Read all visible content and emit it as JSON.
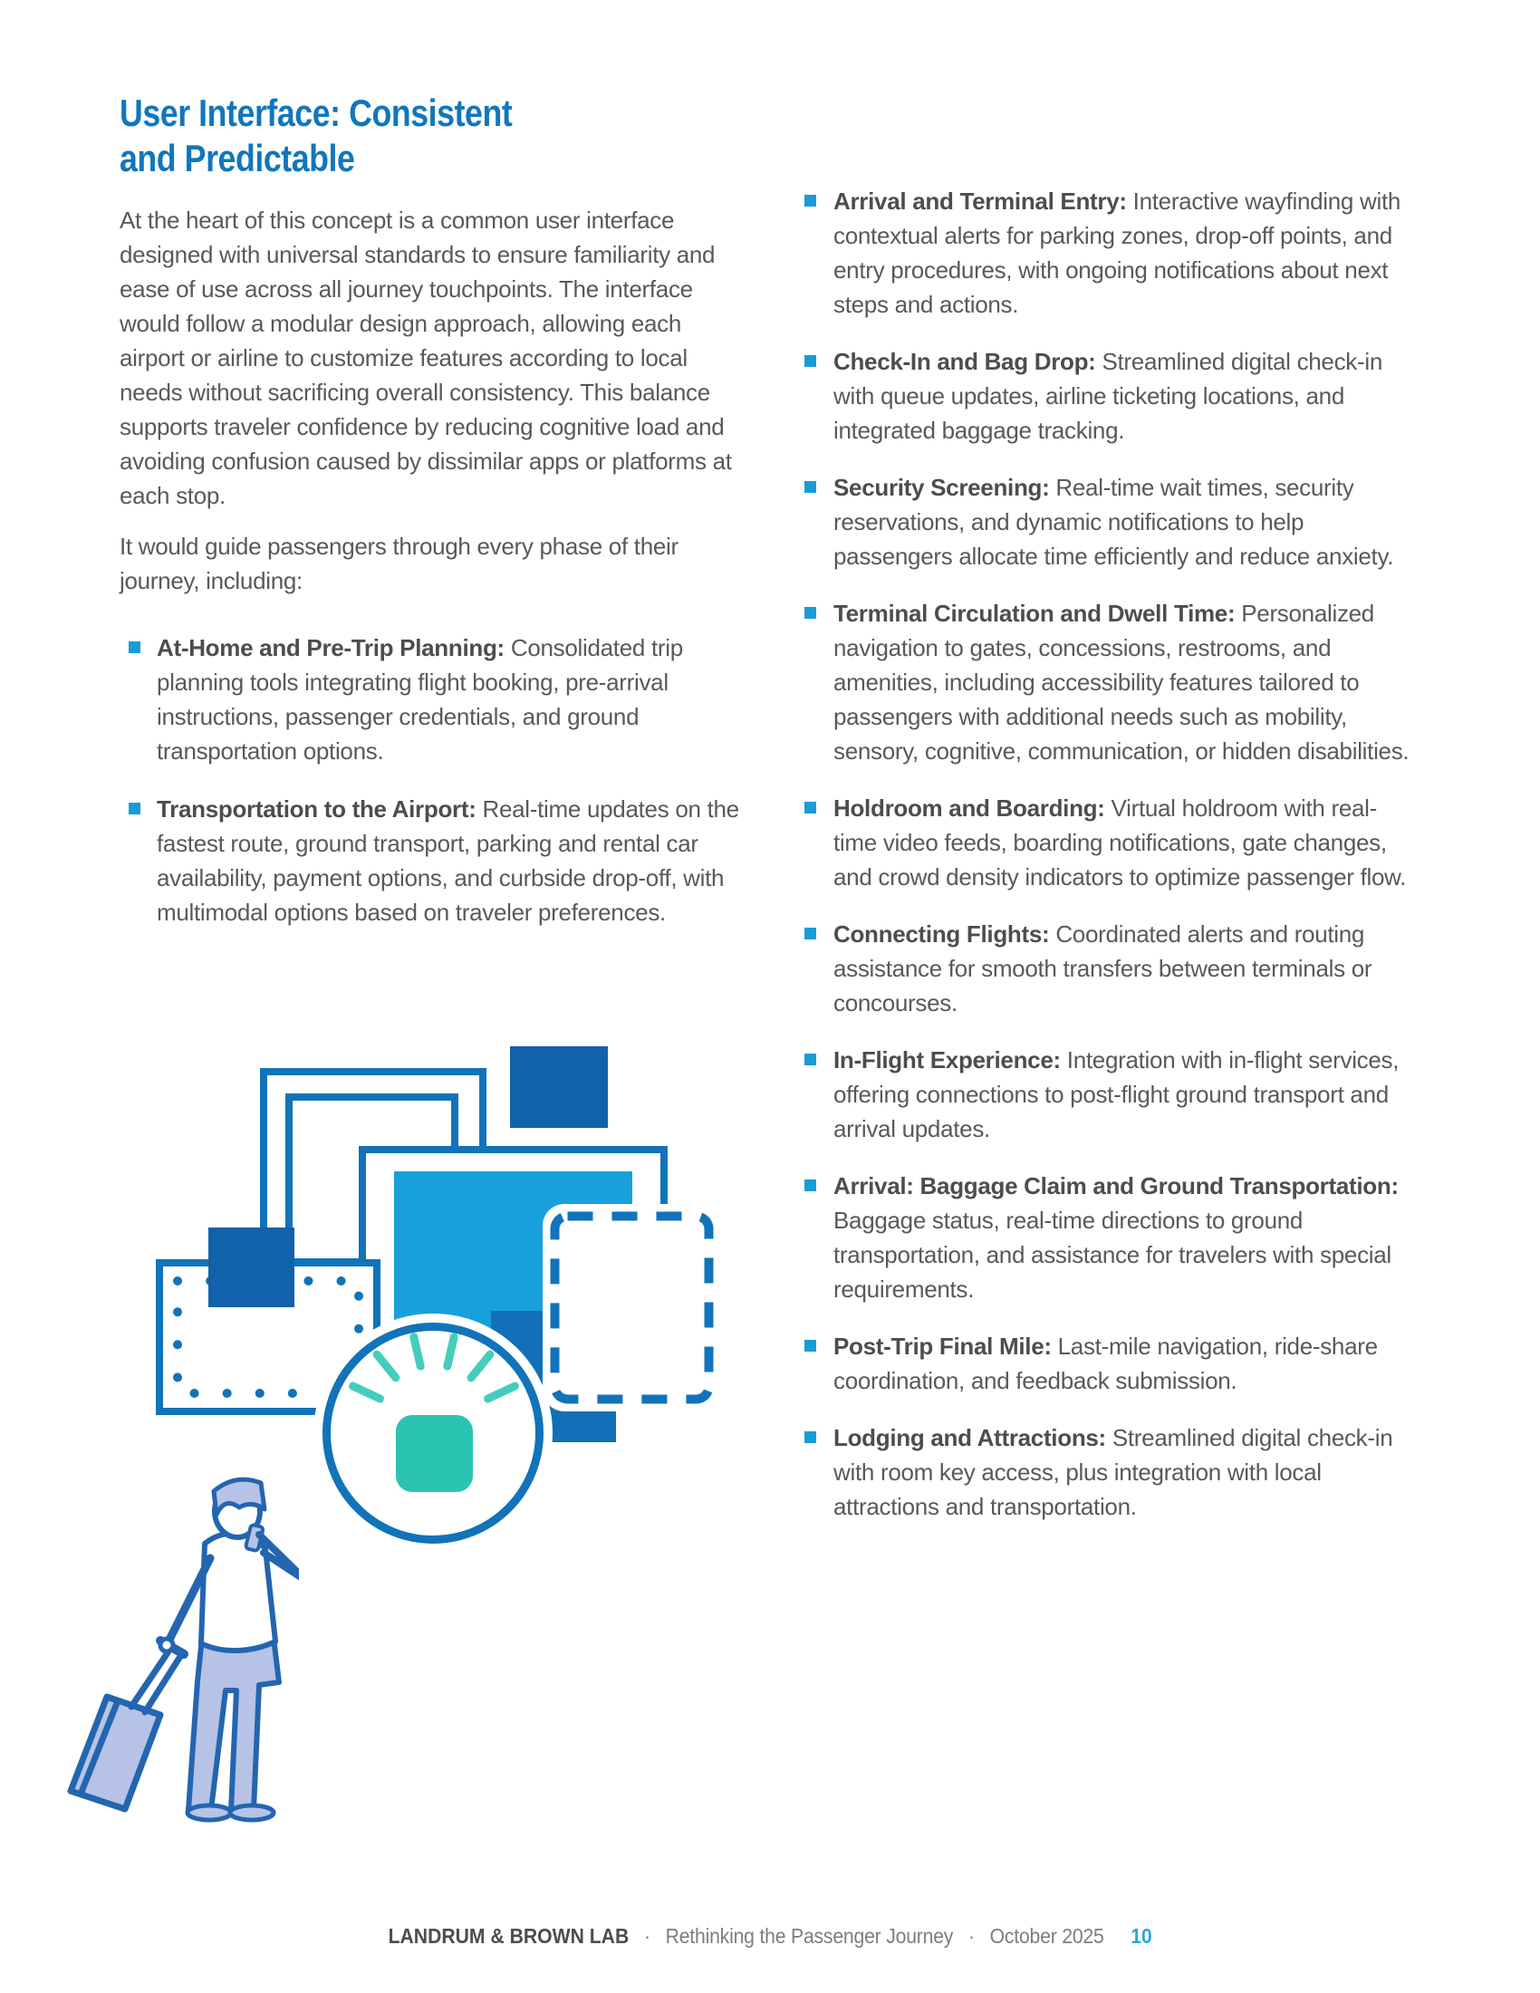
{
  "title_lines": [
    "User Interface: Consistent",
    "and Predictable"
  ],
  "intro": [
    "At the heart of this concept is a common user interface designed with universal standards to ensure familiarity and ease of use across all journey touchpoints. The interface would follow a modular design approach, allowing each airport or airline to customize features according to local needs without sacrificing overall consistency. This balance supports traveler confidence by reducing cognitive load and avoiding confusion caused by dissimilar apps or platforms at each stop.",
    "It would guide passengers through every phase of their journey, including:"
  ],
  "left_bullets": [
    {
      "label": "At-Home and Pre-Trip Planning:",
      "rest": " Consolidated trip planning tools integrating flight booking, pre-arrival instructions, passenger credentials, and ground transportation options."
    },
    {
      "label": "Transportation to the Airport:",
      "rest": " Real-time updates on the fastest route, ground transport, parking and rental car availability, payment options, and curbside drop-off, with multimodal options based on traveler preferences."
    }
  ],
  "right_bullets": [
    {
      "label": "Arrival and Terminal Entry:",
      "rest": " Interactive wayfinding with contextual alerts for parking zones, drop-off points, and entry procedures, with ongoing notifications about next steps and actions."
    },
    {
      "label": "Check-In and Bag Drop:",
      "rest": " Streamlined digital check-in with queue updates, airline ticketing locations, and integrated baggage tracking."
    },
    {
      "label": "Security Screening:",
      "rest": " Real-time wait times, security reservations, and dynamic notifications to help passengers allocate time efficiently and reduce anxiety."
    },
    {
      "label": "Terminal Circulation and Dwell Time:",
      "rest": " Personalized navigation to gates, concessions, restrooms, and amenities, including accessibility features tailored to passengers with additional needs such as mobility, sensory, cognitive, communication, or hidden disabilities."
    },
    {
      "label": "Holdroom and Boarding:",
      "rest": " Virtual holdroom with real-time video feeds, boarding notifications, gate changes, and crowd density indicators to optimize passenger flow."
    },
    {
      "label": "Connecting Flights:",
      "rest": " Coordinated alerts and routing assistance for smooth transfers between terminals or concourses."
    },
    {
      "label": "In-Flight Experience:",
      "rest": " Integration with in-flight services, offering connections to post-flight ground transport and arrival updates."
    },
    {
      "label": "Arrival: Baggage Claim and Ground Transportation:",
      "rest": " Baggage status, real-time directions to ground transportation, and assistance for travelers with special requirements."
    },
    {
      "label": "Post-Trip Final Mile:",
      "rest": " Last-mile navigation, ride-share coordination, and feedback submission."
    },
    {
      "label": "Lodging and Attractions:",
      "rest": " Streamlined digital check-in with room key access, plus integration with local attractions and transportation."
    }
  ],
  "footer": {
    "org": "LANDRUM & BROWN LAB",
    "separator": "·",
    "publication": "Rethinking the Passenger Journey",
    "date": "October 2025",
    "page_number": "10"
  },
  "colors": {
    "title_blue": "#1176bd",
    "body_gray": "#58595b",
    "bold_gray": "#4c4d4f",
    "bullet_blue": "#199cd8",
    "outline_blue": "#1173b9",
    "dark_fill": "#1261ab",
    "mid_fill": "#1170b8",
    "light_fill": "#18a0dc",
    "teal": "#2bc4b2",
    "teal_light": "#45cdbb",
    "periwinkle": "#b6c3e6",
    "person_stroke": "#2465b0",
    "footer_dark": "#4c4d4f",
    "footer_gray": "#7c7d80",
    "page_num_blue": "#2aa6dc"
  }
}
